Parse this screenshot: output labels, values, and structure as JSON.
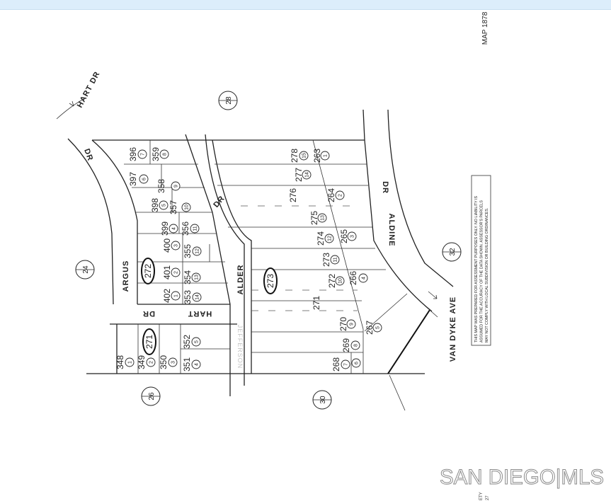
{
  "header_bar": {
    "color": "#dcedfb"
  },
  "map_number": "MAP 1878",
  "streets": {
    "hart_dr_top": "HART DR",
    "argus": "ARGUS",
    "argus_dr": "DR",
    "alder": "ALDER",
    "alder_dr": "DR",
    "hart": "HART",
    "hart_dr": "DR",
    "aldine": "ALDINE",
    "aldine_dr": "DR",
    "van_dyke": "VAN DYKE AVE",
    "jefferson": "JEFFERSON"
  },
  "page_refs": [
    "24",
    "26",
    "28",
    "30",
    "32"
  ],
  "blocks": [
    "272",
    "271",
    "273"
  ],
  "lots": [
    {
      "parcel": "396",
      "lot": "7"
    },
    {
      "parcel": "359",
      "lot": "8"
    },
    {
      "parcel": "397",
      "lot": "6"
    },
    {
      "parcel": "358",
      "lot": "9"
    },
    {
      "parcel": "398",
      "lot": "5"
    },
    {
      "parcel": "357",
      "lot": "10"
    },
    {
      "parcel": "399",
      "lot": "4"
    },
    {
      "parcel": "356",
      "lot": "11"
    },
    {
      "parcel": "400",
      "lot": "3"
    },
    {
      "parcel": "355",
      "lot": "12"
    },
    {
      "parcel": "401",
      "lot": "2"
    },
    {
      "parcel": "354",
      "lot": "13"
    },
    {
      "parcel": "402",
      "lot": "1"
    },
    {
      "parcel": "353",
      "lot": "14"
    },
    {
      "parcel": "348",
      "lot": "1"
    },
    {
      "parcel": "349",
      "lot": "2"
    },
    {
      "parcel": "350",
      "lot": "3"
    },
    {
      "parcel": "351",
      "lot": "4"
    },
    {
      "parcel": "352",
      "lot": "5"
    },
    {
      "parcel": "278",
      "lot": "15"
    },
    {
      "parcel": "263",
      "lot": "1"
    },
    {
      "parcel": "277",
      "lot": "14"
    },
    {
      "parcel": "276",
      "lot": ""
    },
    {
      "parcel": "264",
      "lot": "2"
    },
    {
      "parcel": "275",
      "lot": "13"
    },
    {
      "parcel": "274",
      "lot": "12"
    },
    {
      "parcel": "265",
      "lot": "3"
    },
    {
      "parcel": "273",
      "lot": "11"
    },
    {
      "parcel": "272",
      "lot": "10"
    },
    {
      "parcel": "266",
      "lot": "4"
    },
    {
      "parcel": "271",
      "lot": ""
    },
    {
      "parcel": "270",
      "lot": "9"
    },
    {
      "parcel": "267",
      "lot": "5"
    },
    {
      "parcel": "269",
      "lot": "8"
    },
    {
      "parcel": "268",
      "lot": "7"
    },
    {
      "parcel": "",
      "lot": "6"
    }
  ],
  "disclaimer": [
    "THIS MAP WAS PREPARED FOR ASSESSMENT PURPOSES ONLY.  NO LIABILITY IS",
    "ASSUMED FOR THE ACCURACY OF THE DATA SHOWN.  ASSESSOR'S PARCELS",
    "MAY NOT COMPLY WITH LOCAL SUBDIVISION OR BUILDING ORDINANCES."
  ],
  "watermark": "SAN DIEGO|MLS",
  "margin_note": [
    "ETY",
    "27"
  ]
}
